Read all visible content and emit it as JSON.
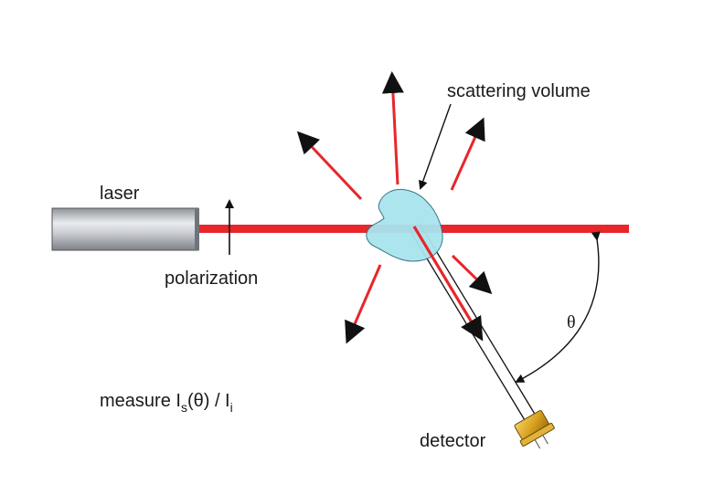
{
  "labels": {
    "laser": "laser",
    "polarization": "polarization",
    "scattering_volume": "scattering volume",
    "detector": "detector",
    "theta": "θ",
    "measure": {
      "prefix": "measure I",
      "sub_s": "s",
      "mid": "(θ) / I",
      "sub_i": "i"
    }
  },
  "colors": {
    "beam": "#e8262b",
    "scatter_arrow": "#e8262b",
    "sample": "#a8e4ee",
    "sample_outline": "#2d6f80",
    "laser_body": "#b5b9bf",
    "detector_head": "#d9a321",
    "line": "#111111"
  },
  "icons": {
    "laser": "laser-cylinder",
    "detector": "photodetector-can",
    "sample": "scattering-volume-blob"
  }
}
